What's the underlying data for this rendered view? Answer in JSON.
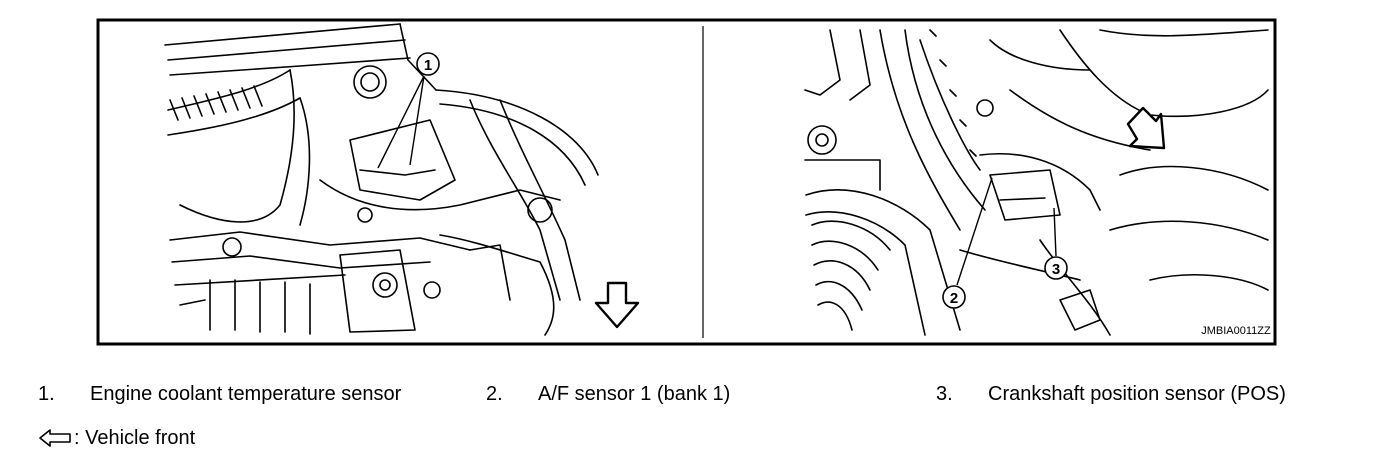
{
  "figure": {
    "code": "JMBIA0011ZZ",
    "callouts": {
      "one": "1",
      "two": "2",
      "three": "3"
    }
  },
  "legend": {
    "items": [
      {
        "num": "1.",
        "text": "Engine coolant temperature sensor"
      },
      {
        "num": "2.",
        "text": "A/F sensor 1 (bank 1)"
      },
      {
        "num": "3.",
        "text": "Crankshaft position sensor (POS)"
      }
    ],
    "front_note": ": Vehicle front",
    "front_icon": "arrow-left-outline-icon"
  }
}
